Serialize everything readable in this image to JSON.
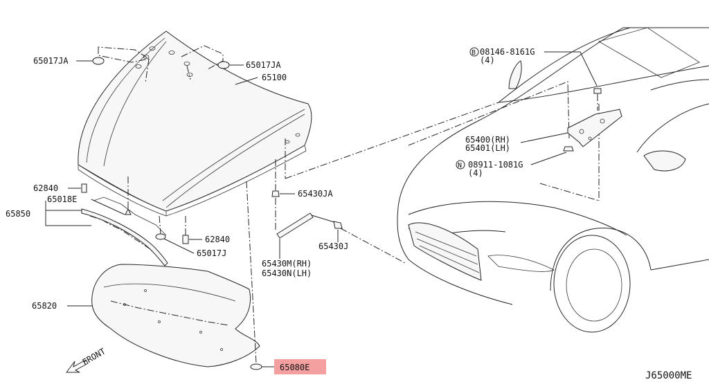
{
  "diagram": {
    "drawing_code": "J65000ME",
    "front_label": "FRONT",
    "callouts": {
      "c65017ja_left": "65017JA",
      "c65017ja_right": "65017JA",
      "c65100": "65100",
      "c62840_left": "62840",
      "c65018e": "65018E",
      "c65850": "65850",
      "c62840_right": "62840",
      "c65017j": "65017J",
      "c65820": "65820",
      "c65080e": "65080E",
      "c65430ja": "65430JA",
      "c65430j": "65430J",
      "c65430m": "65430M(RH)",
      "c65430n": "65430N(LH)",
      "c08146_prefix": "B",
      "c08146": "08146-8161G",
      "c08146_qty": "(4)",
      "c65400": "65400(RH)",
      "c65401": "65401(LH)",
      "c08911_prefix": "N",
      "c08911": "08911-1081G",
      "c08911_qty": "(4)"
    },
    "highlight_color": "#f4a0a0"
  }
}
